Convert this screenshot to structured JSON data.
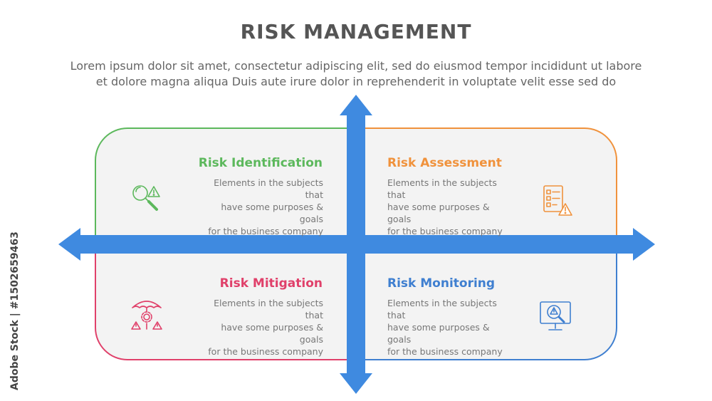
{
  "title": "RISK MANAGEMENT",
  "subtitle": {
    "line1": "Lorem ipsum dolor sit amet, consectetur adipiscing elit, sed do eiusmod tempor incididunt ut labore",
    "line2": "et dolore magna aliqua Duis aute irure dolor in reprehenderit in voluptate velit esse sed do"
  },
  "quadrants": [
    {
      "title": "Risk Identification",
      "color": "#5cb85c",
      "icon": "magnifier-warning-icon",
      "body": [
        "Elements in the subjects that",
        "have  some purposes & goals",
        "for the  business company"
      ]
    },
    {
      "title": "Risk Assessment",
      "color": "#f0923c",
      "icon": "checklist-warning-icon",
      "body": [
        "Elements in the subjects that",
        "have  some purposes & goals",
        "for the  business company"
      ]
    },
    {
      "title": "Risk Mitigation",
      "color": "#e0406a",
      "icon": "umbrella-gear-warning-icon",
      "body": [
        "Elements in the subjects that",
        "have  some purposes & goals",
        "for the  business company"
      ]
    },
    {
      "title": "Risk Monitoring",
      "color": "#3f7fd0",
      "icon": "monitor-warning-icon",
      "body": [
        "Elements in the subjects that",
        "have  some purposes & goals",
        "for the  business company"
      ]
    }
  ],
  "arrow_color": "#3f8ae0",
  "watermark": "Adobe Stock | #1502659463"
}
